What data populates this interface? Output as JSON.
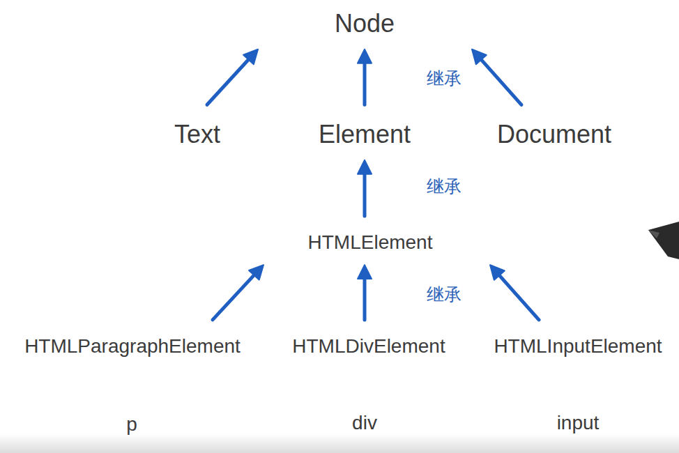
{
  "diagram": {
    "nodes": [
      {
        "text": [
          "Node"
        ]
      },
      {
        "text": [
          "Text"
        ]
      },
      {
        "text": [
          "Element"
        ]
      },
      {
        "text": [
          "Document"
        ]
      },
      {
        "text": [
          "HTMLElement"
        ]
      },
      {
        "text": [
          "HTMLParagraphElement"
        ]
      },
      {
        "text": [
          "HTMLDivElement"
        ]
      },
      {
        "text": [
          "HTMLInputElement"
        ]
      }
    ],
    "edges": [
      {
        "from": 1,
        "to": 0,
        "arrow": "to"
      },
      {
        "from": 2,
        "to": 0,
        "arrow": "to"
      },
      {
        "from": 3,
        "to": 0,
        "arrow": "to"
      },
      {
        "from": 4,
        "to": 2,
        "arrow": "to"
      },
      {
        "from": 5,
        "to": 4,
        "arrow": "to"
      },
      {
        "from": 6,
        "to": 4,
        "arrow": "to"
      },
      {
        "from": 7,
        "to": 4,
        "arrow": "to"
      }
    ],
    "labels": [
      "继承",
      "继承",
      "继承",
      "p",
      "div",
      "input"
    ]
  }
}
